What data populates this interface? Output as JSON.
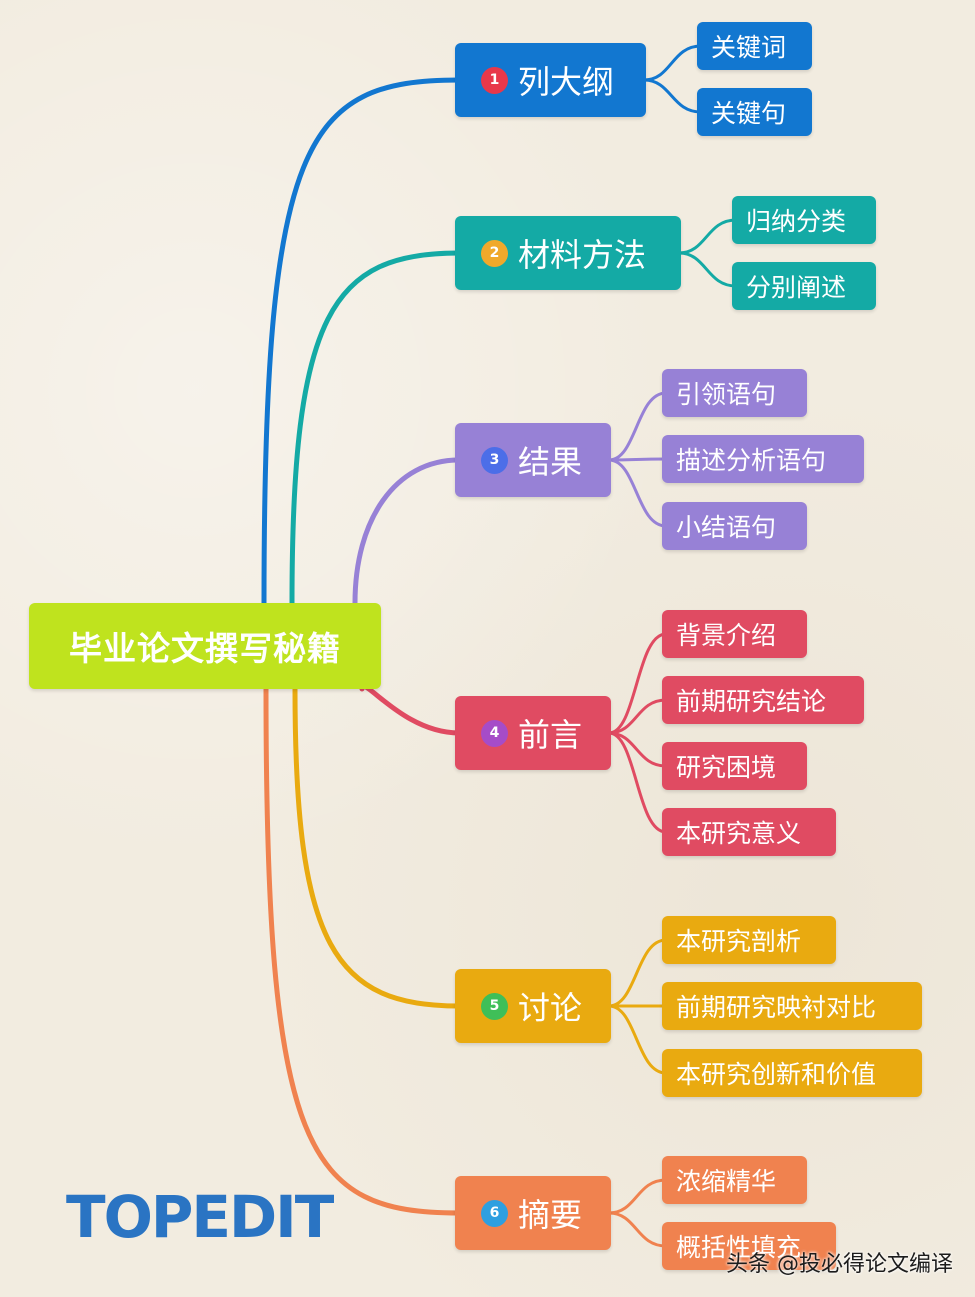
{
  "root": {
    "label": "毕业论文撰写秘籍",
    "color": "#bfe31e"
  },
  "branches": [
    {
      "num": "1",
      "label": "列大纲",
      "color": "#1277d0",
      "num_color": "#e8384a",
      "items": [
        "关键词",
        "关键句"
      ]
    },
    {
      "num": "2",
      "label": "材料方法",
      "color": "#14aaa5",
      "num_color": "#f0a92b",
      "items": [
        "归纳分类",
        "分别阐述"
      ]
    },
    {
      "num": "3",
      "label": "结果",
      "color": "#9781d6",
      "num_color": "#4c6ee8",
      "items": [
        "引领语句",
        "描述分析语句",
        "小结语句"
      ]
    },
    {
      "num": "4",
      "label": "前言",
      "color": "#e04b62",
      "num_color": "#a64cc8",
      "items": [
        "背景介绍",
        "前期研究结论",
        "研究困境",
        "本研究意义"
      ]
    },
    {
      "num": "5",
      "label": "讨论",
      "color": "#e9aa10",
      "num_color": "#3fbf58",
      "items": [
        "本研究剖析",
        "前期研究映衬对比",
        "本研究创新和价值"
      ]
    },
    {
      "num": "6",
      "label": "摘要",
      "color": "#f0824f",
      "num_color": "#2e9fe0",
      "items": [
        "浓缩精华",
        "概括性填充"
      ]
    }
  ],
  "logo": {
    "text": "TOPEDIT"
  },
  "watermark": {
    "text": "头条 @投必得论文编译"
  }
}
